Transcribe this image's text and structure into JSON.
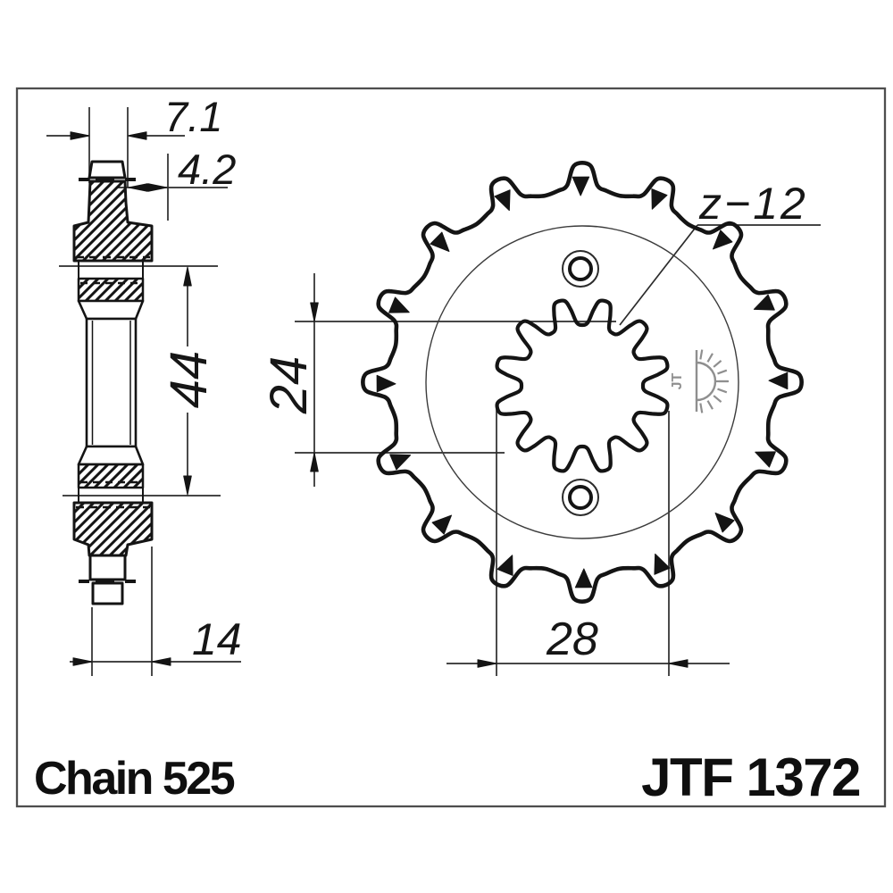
{
  "title_block": {
    "chain": "Chain 525",
    "part_number": "JTF 1372"
  },
  "side_view": {
    "dims": {
      "hub_width": "7.1",
      "hub_step": "4.2",
      "height": "44",
      "total_width": "14"
    }
  },
  "front_view": {
    "teeth_label": "z−12",
    "dims": {
      "spline_root_diameter": "24",
      "spline_tip_diameter": "28"
    },
    "logo_text": "JT"
  },
  "colors": {
    "ink": "#141414",
    "thin_line": "#2b2b2b",
    "frame_border": "#4e4e4e",
    "logo_gray": "#8f8f8f",
    "background": "#ffffff"
  }
}
